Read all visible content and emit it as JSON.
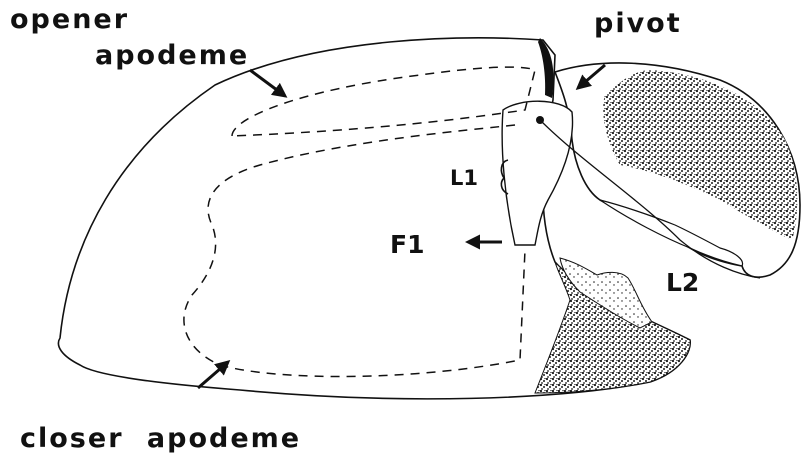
{
  "labels": {
    "opener_line1": "opener",
    "opener_line2": "apodeme",
    "pivot": "pivot",
    "l1": "L1",
    "f1": "F1",
    "l2": "L2",
    "closer": "closer apodeme"
  },
  "colors": {
    "ink": "#111111",
    "stipple": "#1a1a1a",
    "background": "#ffffff"
  },
  "icons": {
    "arrow": "arrow-icon"
  }
}
